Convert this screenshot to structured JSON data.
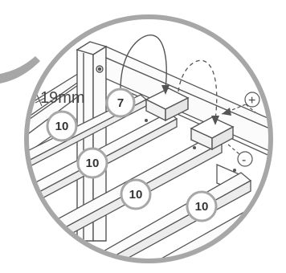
{
  "diagram": {
    "dimension_label": "19mm",
    "part_numbers": [
      "7",
      "10",
      "10",
      "10",
      "10"
    ],
    "plus_sign": "+",
    "minus_sign": "-",
    "colors": {
      "outline": "#555555",
      "frame_ring": "#a7a7a7",
      "badge_fill": "#ffffff",
      "badge_ring": "#a7a7a7",
      "slat_fill": "#fbfbfb"
    },
    "icon_names": [
      "magnifier-callout",
      "curved-arrow-solid",
      "curved-arrow-dashed",
      "adjust-arrow-plus",
      "adjust-arrow-minus"
    ]
  }
}
